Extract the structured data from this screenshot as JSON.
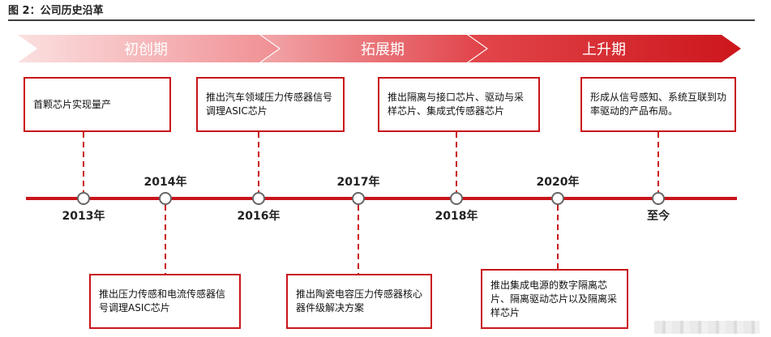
{
  "figure": {
    "title": "图 2：公司历史沿革"
  },
  "colors": {
    "accent": "#c9141b",
    "phase_light": "#f3a3a6",
    "phase_dark": "#d42a30"
  },
  "phases": [
    {
      "label": "初创期"
    },
    {
      "label": "拓展期"
    },
    {
      "label": "上升期"
    }
  ],
  "years": [
    {
      "label": "2013年"
    },
    {
      "label": "2014年"
    },
    {
      "label": "2016年"
    },
    {
      "label": "2017年"
    },
    {
      "label": "2018年"
    },
    {
      "label": "2020年"
    },
    {
      "label": "至今"
    }
  ],
  "events": [
    {
      "text": "首颗芯片实现量产"
    },
    {
      "text": "推出压力传感和电流传感器信号调理ASIC芯片"
    },
    {
      "text": "推出汽车领域压力传感器信号调理ASIC芯片"
    },
    {
      "text": "推出陶瓷电容压力传感器核心器件级解决方案"
    },
    {
      "text": "推出隔离与接口芯片、驱动与采样芯片、集成式传感器芯片"
    },
    {
      "text": "推出集成电源的数字隔离芯片、隔离驱动芯片以及隔离采样芯片"
    },
    {
      "text": "形成从信号感知、系统互联到功率驱动的产品布局。"
    }
  ]
}
